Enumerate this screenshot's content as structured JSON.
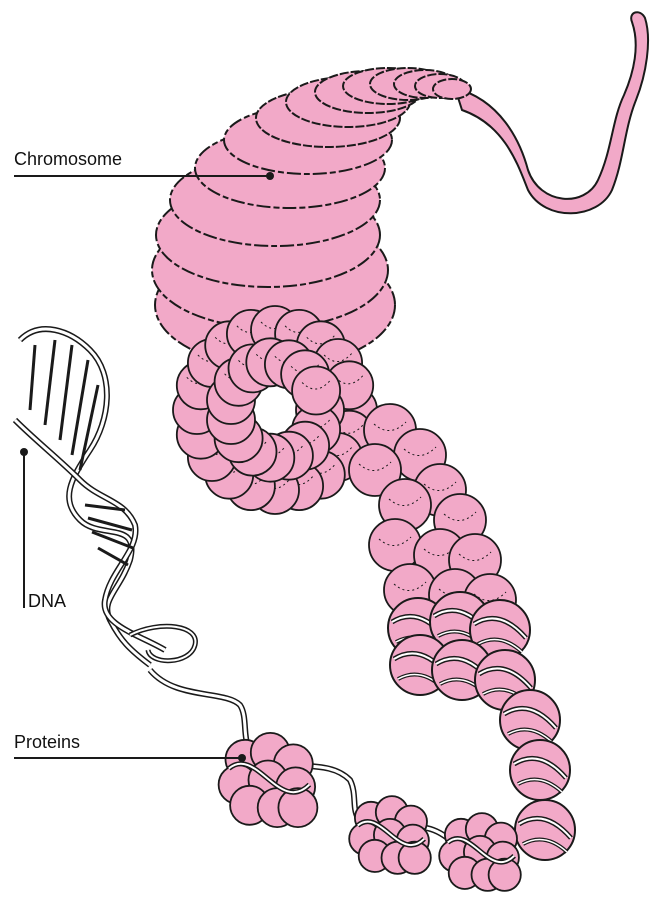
{
  "labels": {
    "chromosome": "Chromosome",
    "dna": "DNA",
    "proteins": "Proteins"
  },
  "colors": {
    "chromatin_fill": "#f2a9c8",
    "stroke": "#1a1a1a",
    "background": "#ffffff"
  }
}
